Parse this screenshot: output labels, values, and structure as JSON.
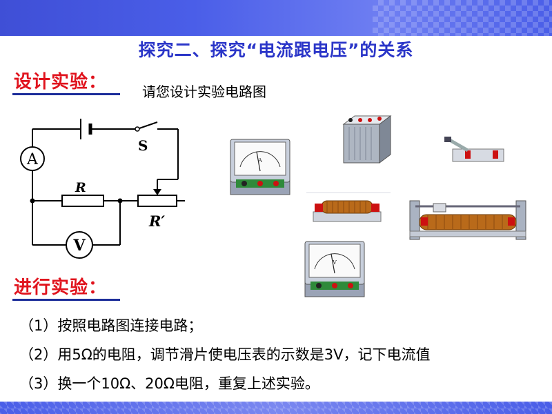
{
  "title": "探究二、探究“电流跟电压”的关系",
  "design": {
    "heading": "设计实验：",
    "prompt": "请您设计实验电路图"
  },
  "circuit": {
    "ammeter": "A",
    "voltmeter": "V",
    "switch": "S",
    "resistor": "R",
    "rheostat": "R′"
  },
  "perform": {
    "heading": "进行实验：",
    "steps": [
      "（1）按照电路图连接电路；",
      "（2）用5Ω的电阻，调节滑片使电压表的示数是3V，记下电流值",
      "（3）换一个10Ω、20Ω电阻，重复上述实验。"
    ]
  },
  "colors": {
    "title": "#2a35c8",
    "heading": "#e0131d",
    "band": "#4a5ee8"
  }
}
